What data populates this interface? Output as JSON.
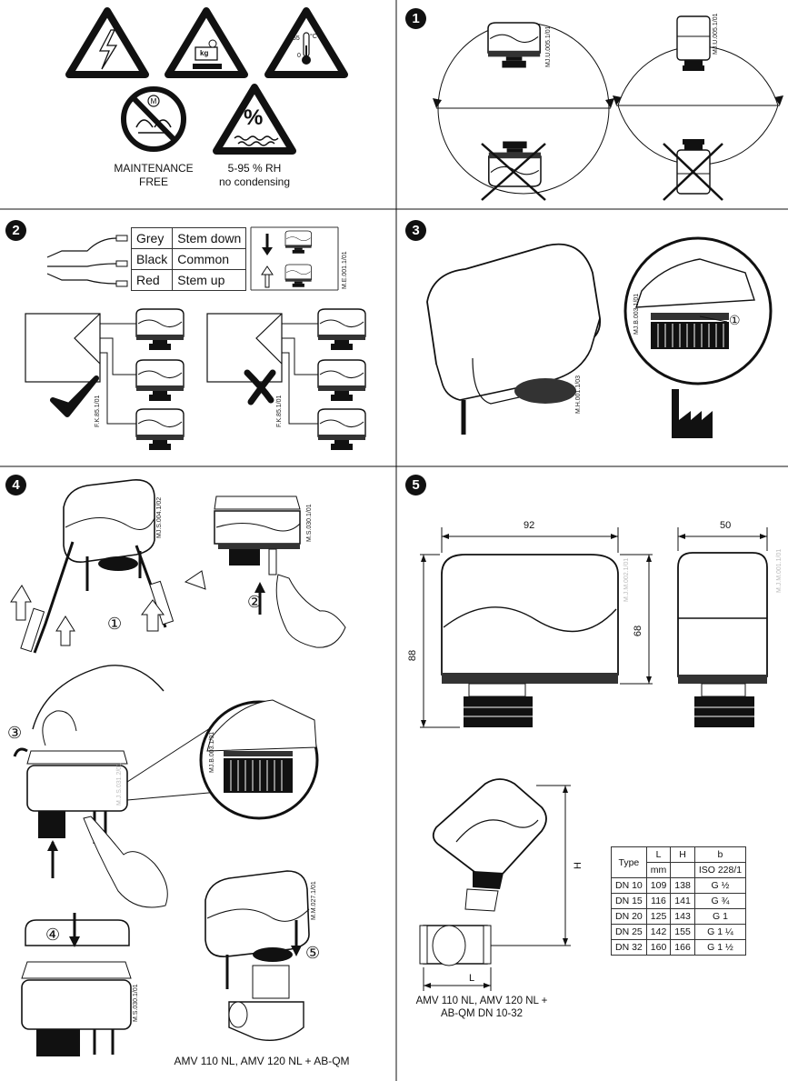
{
  "safety": {
    "maintenance_label": "MAINTENANCE\nFREE",
    "humidity_label": "5-95 % RH\nno condensing",
    "temp_high": "55",
    "temp_low": "0",
    "temp_unit": "°C",
    "weight_unit": "kg",
    "humidity_symbol": "%"
  },
  "steps": [
    "1",
    "2",
    "3",
    "4",
    "5"
  ],
  "wiring": {
    "rows": [
      {
        "color": "Grey",
        "function": "Stem down"
      },
      {
        "color": "Black",
        "function": "Common"
      },
      {
        "color": "Red",
        "function": "Stem up"
      }
    ],
    "code": "M.E.001.1/01"
  },
  "codes": {
    "s1_left": "MJ.U.005.1/01",
    "s1_right": "MJ.U.005.1/01",
    "s2_left": "F.K.85.1/01",
    "s2_right": "F.K.85.1/01",
    "s3_detail": "MJ.B.003.1/01",
    "s3_main": "M.H.001.1/03",
    "s4_top_left": "MJ.S.004.1/02",
    "s4_top_right": "M.S.030.1/01",
    "s4_mid_detail": "MJ.B.003.1/01",
    "s4_mid": "M.J.S.031.2/01",
    "s4_bottom_left": "M.S.030.1/01",
    "s4_bottom_right": "M.M.027.1/01",
    "s5_front": "M.J.M.002.1/01",
    "s5_side": "M.J.M.001.1/01"
  },
  "callouts": {
    "one": "①",
    "two": "②",
    "three": "③",
    "four": "④",
    "five": "⑤"
  },
  "step4_caption": "AMV 110 NL, AMV 120 NL + AB-QM",
  "dimensions": {
    "width": "92",
    "depth": "50",
    "height_total": "88",
    "height_body": "68",
    "h_label": "H",
    "l_label": "L"
  },
  "step5_caption": "AMV 110 NL, AMV 120 NL +\nAB-QM DN 10-32",
  "spec_table": {
    "headers": [
      "Type",
      "L",
      "H",
      "b"
    ],
    "units": [
      "",
      "mm",
      "",
      "ISO 228/1"
    ],
    "rows": [
      [
        "DN 10",
        "109",
        "138",
        "G ½"
      ],
      [
        "DN 15",
        "116",
        "141",
        "G ¾"
      ],
      [
        "DN 20",
        "125",
        "143",
        "G 1"
      ],
      [
        "DN 25",
        "142",
        "155",
        "G 1 ¼"
      ],
      [
        "DN 32",
        "160",
        "166",
        "G 1 ½"
      ]
    ]
  }
}
